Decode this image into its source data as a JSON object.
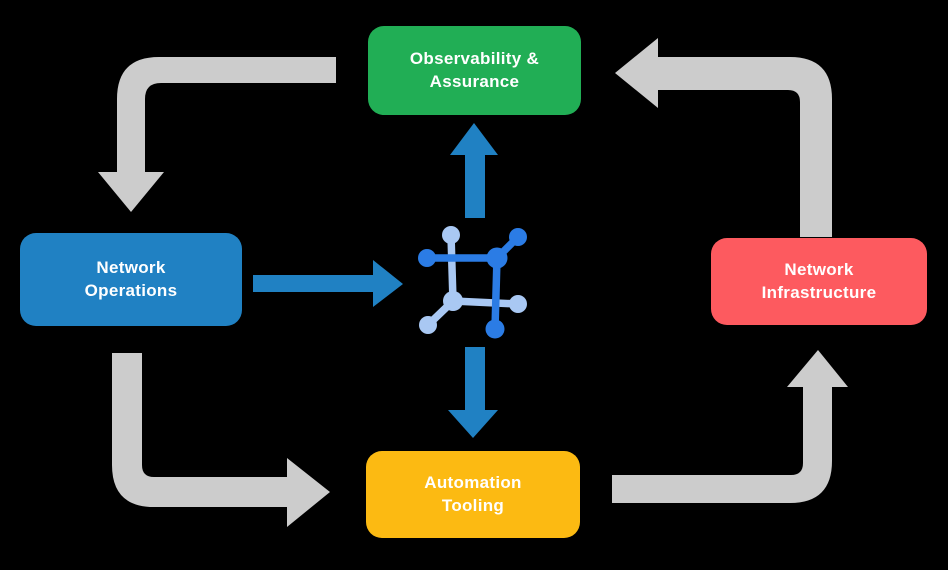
{
  "diagram": {
    "background": "#000000",
    "text_color": "#FFFFFF",
    "nodes": {
      "observability": {
        "label": "Observability &\nAssurance",
        "color": "#21AE55"
      },
      "operations": {
        "label": "Network\nOperations",
        "color": "#2081C3"
      },
      "infrastructure": {
        "label": "Network\nInfrastructure",
        "color": "#FD5A5F"
      },
      "automation": {
        "label": "Automation\nTooling",
        "color": "#FCBA12"
      }
    },
    "arrows": {
      "gray": "#CCCCCC",
      "blue": "#2081C3"
    },
    "icon": {
      "name": "network-automation-icon",
      "dark_blue": "#2B7CE5",
      "light_blue": "#A9C8F3"
    }
  }
}
